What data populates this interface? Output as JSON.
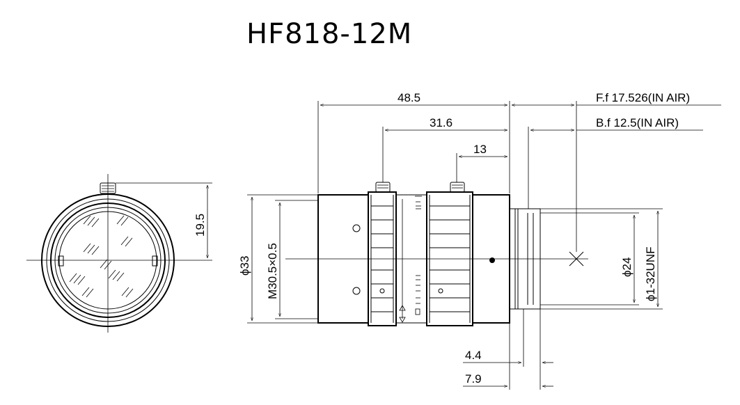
{
  "title": "HF818-12M",
  "dimensions": {
    "overall_length": "48.5",
    "length_31_6": "31.6",
    "length_13": "13",
    "flange_focal": "F.f 17.526(IN AIR)",
    "back_focal": "B.f 12.5(IN AIR)",
    "height_19_5": "19.5",
    "diameter_33": "ϕ33",
    "filter_thread": "M30.5×0.5",
    "diameter_24": "ϕ24",
    "mount_thread": "ϕ1-32UNF",
    "length_4_4": "4.4",
    "length_7_9": "7.9"
  }
}
